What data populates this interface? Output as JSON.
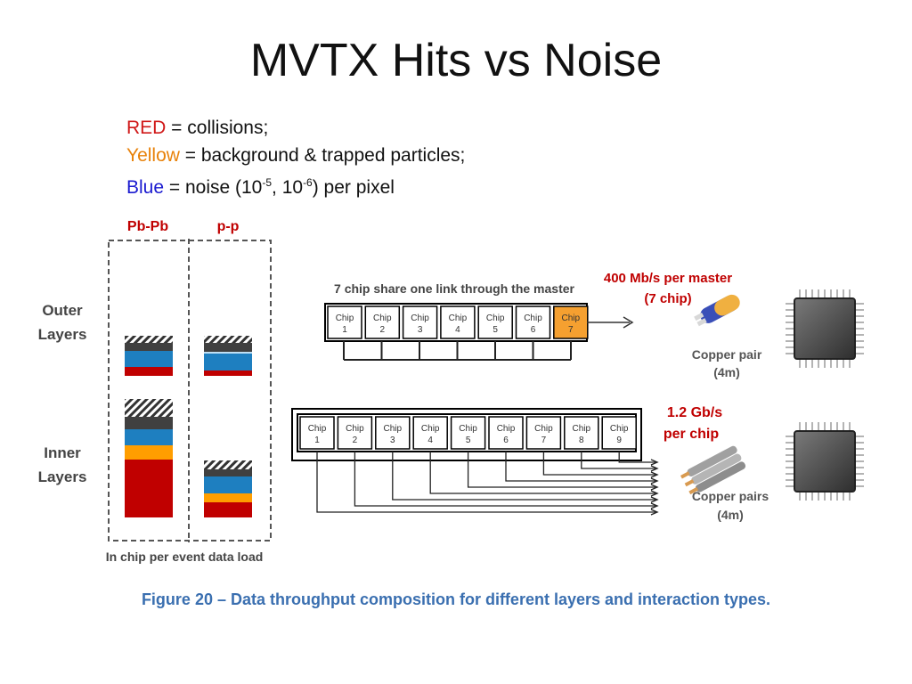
{
  "slide": {
    "title": "MVTX Hits vs Noise",
    "legend": {
      "red_word": "RED",
      "red_text": " = collisions;",
      "yellow_word": "Yellow",
      "yellow_text": " = background & trapped particles;",
      "blue_word": "Blue",
      "blue_text_a": " = noise (10",
      "blue_exp1": "-5",
      "blue_text_b": ", 10",
      "blue_exp2": "-6",
      "blue_text_c": ") per pixel"
    }
  },
  "figure": {
    "col_pbpb": "Pb-Pb",
    "col_pp": "p-p",
    "row_outer_1": "Outer",
    "row_outer_2": "Layers",
    "row_inner_1": "Inner",
    "row_inner_2": "Layers",
    "bottom_label": "In chip per event data load",
    "top_heading": "7 chip share one link through the master",
    "top_rate_1": "400 Mb/s per master",
    "top_rate_2": "(7 chip)",
    "top_chips": [
      {
        "name": "Chip",
        "num": "1"
      },
      {
        "name": "Chip",
        "num": "2"
      },
      {
        "name": "Chip",
        "num": "3"
      },
      {
        "name": "Chip",
        "num": "4"
      },
      {
        "name": "Chip",
        "num": "5"
      },
      {
        "name": "Chip",
        "num": "6"
      },
      {
        "name": "Chip",
        "num": "7"
      }
    ],
    "top_cable_1": "Copper pair",
    "top_cable_2": "(4m)",
    "bottom_rate_1": "1.2 Gb/s",
    "bottom_rate_2": "per chip",
    "bottom_chips": [
      {
        "name": "Chip",
        "num": "1"
      },
      {
        "name": "Chip",
        "num": "2"
      },
      {
        "name": "Chip",
        "num": "3"
      },
      {
        "name": "Chip",
        "num": "4"
      },
      {
        "name": "Chip",
        "num": "5"
      },
      {
        "name": "Chip",
        "num": "6"
      },
      {
        "name": "Chip",
        "num": "7"
      },
      {
        "name": "Chip",
        "num": "8"
      },
      {
        "name": "Chip",
        "num": "9"
      }
    ],
    "bottom_cable_1": "Copper pairs",
    "bottom_cable_2": "(4m)",
    "caption": "Figure 20 – Data throughput composition for different layers and interaction types.",
    "colors": {
      "red": "#c00000",
      "blue": "#1e7fc0",
      "yellow": "#ff9e00",
      "dark": "#404040",
      "master": "#f5a030",
      "rate_text": "#c00000"
    }
  }
}
